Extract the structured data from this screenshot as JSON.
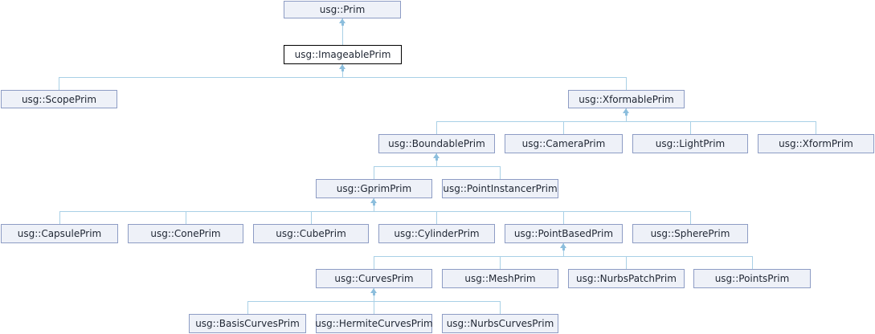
{
  "diagram": {
    "name": "class-inheritance-graph",
    "type": "inheritance-diagram",
    "colors": {
      "background": "#ffffff",
      "node_fill": "#eef1f8",
      "node_border": "#8d9cc4",
      "highlight_fill": "#ffffff",
      "highlight_border": "#000000",
      "edge": "#a9d0e6",
      "arrow": "#8cbedd",
      "text": "#1f2633"
    },
    "nodes": [
      {
        "id": "prim",
        "label": "usg::Prim",
        "highlighted": false
      },
      {
        "id": "imageable",
        "label": "usg::ImageablePrim",
        "highlighted": true
      },
      {
        "id": "scope",
        "label": "usg::ScopePrim",
        "highlighted": false
      },
      {
        "id": "xformable",
        "label": "usg::XformablePrim",
        "highlighted": false
      },
      {
        "id": "boundable",
        "label": "usg::BoundablePrim",
        "highlighted": false
      },
      {
        "id": "camera",
        "label": "usg::CameraPrim",
        "highlighted": false
      },
      {
        "id": "light",
        "label": "usg::LightPrim",
        "highlighted": false
      },
      {
        "id": "xform",
        "label": "usg::XformPrim",
        "highlighted": false
      },
      {
        "id": "gprim",
        "label": "usg::GprimPrim",
        "highlighted": false
      },
      {
        "id": "pointinstancer",
        "label": "usg::PointInstancerPrim",
        "highlighted": false
      },
      {
        "id": "capsule",
        "label": "usg::CapsulePrim",
        "highlighted": false
      },
      {
        "id": "cone",
        "label": "usg::ConePrim",
        "highlighted": false
      },
      {
        "id": "cube",
        "label": "usg::CubePrim",
        "highlighted": false
      },
      {
        "id": "cylinder",
        "label": "usg::CylinderPrim",
        "highlighted": false
      },
      {
        "id": "pointbased",
        "label": "usg::PointBasedPrim",
        "highlighted": false
      },
      {
        "id": "sphere",
        "label": "usg::SpherePrim",
        "highlighted": false
      },
      {
        "id": "curves",
        "label": "usg::CurvesPrim",
        "highlighted": false
      },
      {
        "id": "mesh",
        "label": "usg::MeshPrim",
        "highlighted": false
      },
      {
        "id": "nurbspatch",
        "label": "usg::NurbsPatchPrim",
        "highlighted": false
      },
      {
        "id": "points",
        "label": "usg::PointsPrim",
        "highlighted": false
      },
      {
        "id": "basiscurves",
        "label": "usg::BasisCurvesPrim",
        "highlighted": false
      },
      {
        "id": "hermitecurves",
        "label": "usg::HermiteCurvesPrim",
        "highlighted": false
      },
      {
        "id": "nurbscurves",
        "label": "usg::NurbsCurvesPrim",
        "highlighted": false
      }
    ],
    "edges": [
      {
        "derived": "imageable",
        "base": "prim"
      },
      {
        "derived": "scope",
        "base": "imageable"
      },
      {
        "derived": "xformable",
        "base": "imageable"
      },
      {
        "derived": "boundable",
        "base": "xformable"
      },
      {
        "derived": "camera",
        "base": "xformable"
      },
      {
        "derived": "light",
        "base": "xformable"
      },
      {
        "derived": "xform",
        "base": "xformable"
      },
      {
        "derived": "gprim",
        "base": "boundable"
      },
      {
        "derived": "pointinstancer",
        "base": "boundable"
      },
      {
        "derived": "capsule",
        "base": "gprim"
      },
      {
        "derived": "cone",
        "base": "gprim"
      },
      {
        "derived": "cube",
        "base": "gprim"
      },
      {
        "derived": "cylinder",
        "base": "gprim"
      },
      {
        "derived": "pointbased",
        "base": "gprim"
      },
      {
        "derived": "sphere",
        "base": "gprim"
      },
      {
        "derived": "curves",
        "base": "pointbased"
      },
      {
        "derived": "mesh",
        "base": "pointbased"
      },
      {
        "derived": "nurbspatch",
        "base": "pointbased"
      },
      {
        "derived": "points",
        "base": "pointbased"
      },
      {
        "derived": "basiscurves",
        "base": "curves"
      },
      {
        "derived": "hermitecurves",
        "base": "curves"
      },
      {
        "derived": "nurbscurves",
        "base": "curves"
      }
    ]
  }
}
